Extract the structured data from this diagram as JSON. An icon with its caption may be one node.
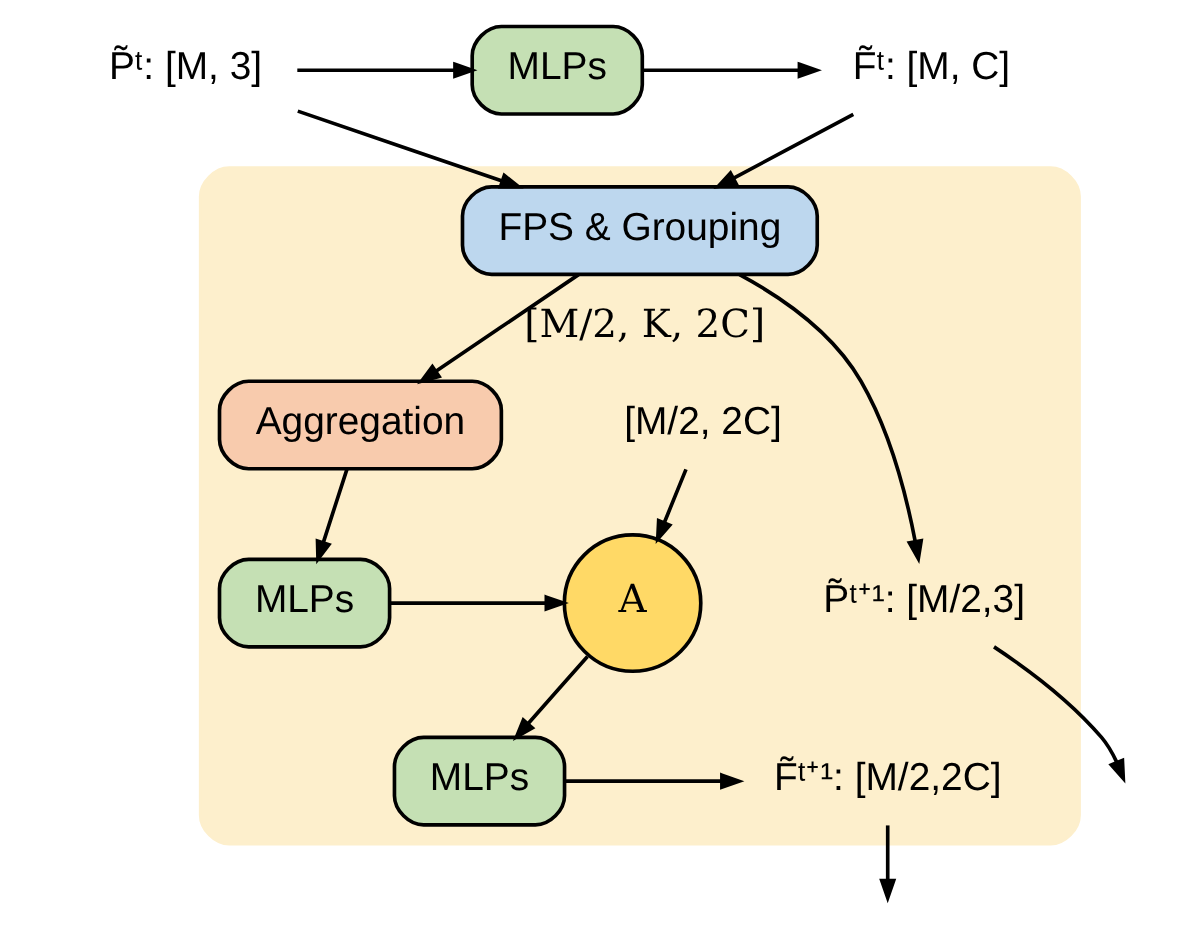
{
  "diagram": {
    "nodes": [
      {
        "text": [
          "P̃ᵗ: [M, 3]"
        ]
      },
      {
        "text": [
          "MLPs"
        ]
      },
      {
        "text": [
          "F̃ᵗ: [M, C]"
        ]
      },
      {
        "text": [],
        "shape": "box"
      },
      {
        "text": [
          "FPS & Grouping"
        ],
        "in": 3
      },
      {
        "text": [
          "Aggregation"
        ],
        "in": 3
      },
      {
        "text": [
          "P̃ᵗ⁺¹: [M/2,3]"
        ],
        "in": 3
      },
      {
        "text": [
          "[M/2, 2C]"
        ],
        "in": 3
      },
      {
        "text": [
          "A"
        ],
        "in": 3
      },
      {
        "text": [
          "MLPs"
        ],
        "in": 3
      },
      {
        "text": [
          "MLPs"
        ],
        "in": 3
      },
      {
        "text": [
          "F̃ᵗ⁺¹: [M/2,2C]"
        ],
        "in": 3
      }
    ],
    "edges": [
      {
        "from": 0,
        "to": 1,
        "arrow": "to"
      },
      {
        "from": 1,
        "to": 2,
        "arrow": "to"
      },
      {
        "from": 2,
        "to": 4,
        "arrow": "to"
      },
      {
        "from": 0,
        "to": 4,
        "arrow": "to"
      },
      {
        "from": 4,
        "to": 6,
        "arrow": "to"
      },
      {
        "from": 4,
        "to": 5,
        "arrow": "to",
        "label": "[M/2, K, 2C]"
      },
      {
        "from": 5,
        "to": 9,
        "arrow": "to"
      },
      {
        "from": 7,
        "to": 8,
        "arrow": "to"
      },
      {
        "from": 9,
        "to": 8,
        "arrow": "to"
      },
      {
        "from": 8,
        "to": 10,
        "arrow": "to"
      },
      {
        "from": 10,
        "to": 11,
        "arrow": "to"
      },
      {
        "from": 6,
        "to": null,
        "arrow": "to"
      },
      {
        "from": 11,
        "to": null,
        "arrow": "to"
      }
    ]
  }
}
